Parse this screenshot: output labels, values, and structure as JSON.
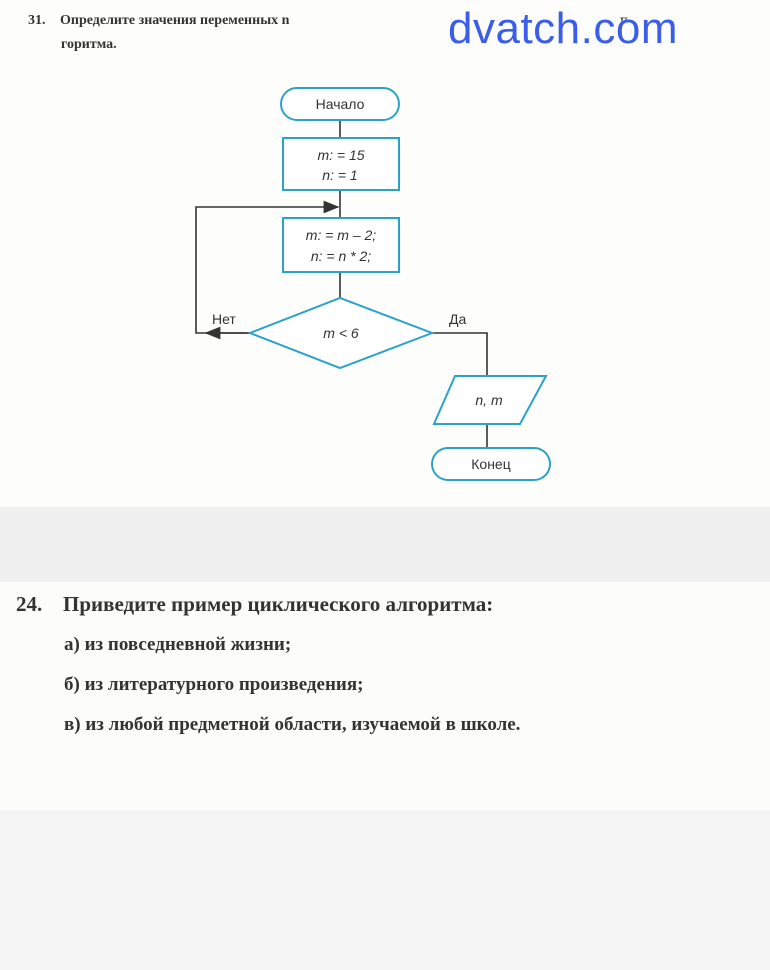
{
  "watermark": "dvatch.com",
  "task31": {
    "number": "31.",
    "text_line1": "Определите значения переменных n",
    "text_line1_tail": "п",
    "text_line2": "горитма."
  },
  "flowchart": {
    "start": "Начало",
    "init_line1": "m: = 15",
    "init_line2": "n: = 1",
    "body_line1": "m: = m – 2;",
    "body_line2": "n: = n * 2;",
    "condition": "m < 6",
    "no_label": "Нет",
    "yes_label": "Да",
    "output": "n, m",
    "end": "Конец",
    "line_color": "#2aa3c8",
    "text_color": "#333333"
  },
  "task24": {
    "number": "24.",
    "title": "Приведите пример циклического алгоритма:",
    "items": [
      "а) из повседневной жизни;",
      "б) из литературного произведения;",
      "в) из любой предметной области, изучаемой в школе."
    ]
  }
}
